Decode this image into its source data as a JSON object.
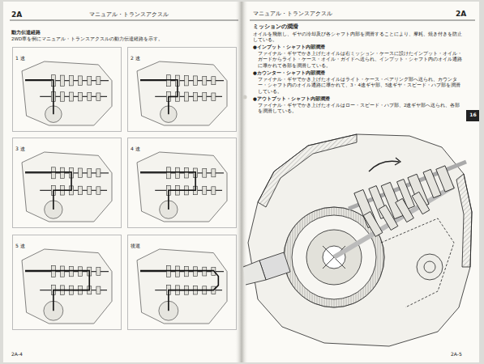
{
  "diagram": {
    "nodes": [
      {
        "text": [
          "1 速"
        ]
      },
      {
        "text": [
          "2 速"
        ]
      },
      {
        "text": [
          "3 速"
        ]
      },
      {
        "text": [
          "4 速"
        ]
      },
      {
        "text": [
          "5 速"
        ]
      },
      {
        "text": [
          "後退"
        ]
      }
    ],
    "labels": [
      "2A",
      "マニュアル・トランスアクスル",
      "動力伝達経路",
      "2WD車を例にマニュアル・トランスアクスルの動力伝達経路を示す。",
      "2A-4",
      "マニュアル・トランスアクスル",
      "2A",
      "ミッションの潤滑",
      "オイルを飛散し、ギヤの冷却及び各シャフト内部を潤滑することにより、摩耗、焼き付きを防止している。",
      "●インプット・シャフト内部潤滑",
      "ファイナル・ギヤでかき上げたオイルは右ミッション・ケースに設けたインプット・オイル・ガードからライト・ケース・オイル・ガイドへ送られ、インプット・シャフト内のオイル通路に導かれて各部を潤滑している。",
      "●カウンター・シャフト内部潤滑",
      "ファイナル・ギヤでかき上げたオイルはライト・ケース・ベアリング部へ送られ、カウンター・シャフト内のオイル通路に導かれて、3・4速ギヤ部、5速ギヤ・スピード・ハブ部を潤滑している。",
      "●アウトプット・シャフト内部潤滑",
      "ファイナル・ギヤでかき上げたオイルはロー・スピード・ハブ部、2速ギヤ部へ送られ、各部を潤滑している。",
      "16",
      "2A-5"
    ]
  }
}
